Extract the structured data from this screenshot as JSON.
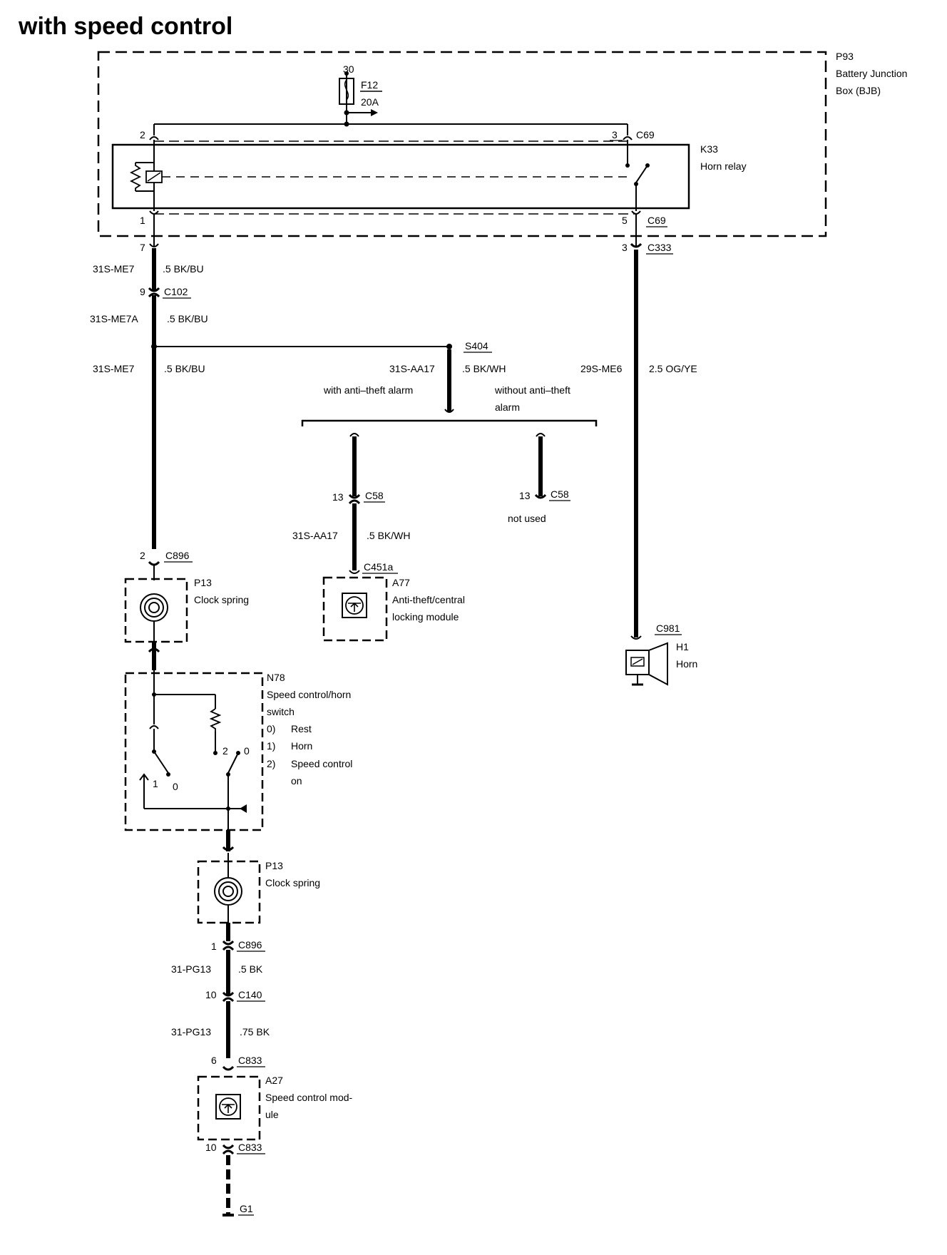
{
  "title": "with speed control",
  "boxes": {
    "bjb": [
      "P93",
      "Battery Junction",
      "Box (BJB)"
    ],
    "relay": [
      "K33",
      "Horn relay"
    ],
    "clock1": [
      "P13",
      "Clock spring"
    ],
    "switch": [
      "N78",
      "Speed control/horn",
      "switch",
      "0)",
      "Rest",
      "1)",
      "Horn",
      "2)",
      "Speed control",
      "on"
    ],
    "clock2": [
      "P13",
      "Clock spring"
    ],
    "antitheft": [
      "A77",
      "Anti-theft/central",
      "locking module"
    ],
    "horn": [
      "H1",
      "Horn"
    ],
    "speedmod": [
      "A27",
      "Speed control mod-",
      "ule"
    ]
  },
  "fuse": {
    "pin": "30",
    "name": "F12",
    "rating": "20A"
  },
  "connectors": {
    "c69_top": {
      "pin": "3",
      "name": "C69"
    },
    "c69_bot": {
      "pin": "5",
      "name": "C69"
    },
    "pin2_top": "2",
    "pin1_bot": "1",
    "c333": {
      "pin": "3",
      "name": "C333"
    },
    "pin7": "7",
    "c102": {
      "pin": "9",
      "name": "C102"
    },
    "s404": "S404",
    "c58_left": {
      "pin": "13",
      "name": "C58"
    },
    "c58_right": {
      "pin": "13",
      "name": "C58"
    },
    "c451a": "C451a",
    "c896_top": {
      "pin": "2",
      "name": "C896"
    },
    "c981": "C981",
    "c896_bot": {
      "pin": "1",
      "name": "C896"
    },
    "c140": {
      "pin": "10",
      "name": "C140"
    },
    "c833_top": {
      "pin": "6",
      "name": "C833"
    },
    "c833_bot": {
      "pin": "10",
      "name": "C833"
    },
    "g1": "G1"
  },
  "wires": {
    "w1": {
      "circuit": "31S-ME7",
      "spec": ".5 BK/BU"
    },
    "w2": {
      "circuit": "31S-ME7A",
      "spec": ".5 BK/BU"
    },
    "w3": {
      "circuit": "31S-ME7",
      "spec": ".5 BK/BU"
    },
    "w4": {
      "circuit": "31S-AA17",
      "spec": ".5 BK/WH"
    },
    "w5": {
      "circuit": "29S-ME6",
      "spec": "2.5 OG/YE"
    },
    "w6": {
      "circuit": "31S-AA17",
      "spec": ".5 BK/WH"
    },
    "w7": {
      "circuit": "31-PG13",
      "spec": ".5 BK"
    },
    "w8": {
      "circuit": "31-PG13",
      "spec": ".75 BK"
    }
  },
  "notes": {
    "with_alarm": "with anti–theft alarm",
    "without_alarm_1": "without anti–theft",
    "without_alarm_2": "alarm",
    "not_used": "not used"
  },
  "switch_positions": {
    "sw1_a": "1",
    "sw1_b": "0",
    "sw2_a": "2",
    "sw2_b": "0"
  }
}
